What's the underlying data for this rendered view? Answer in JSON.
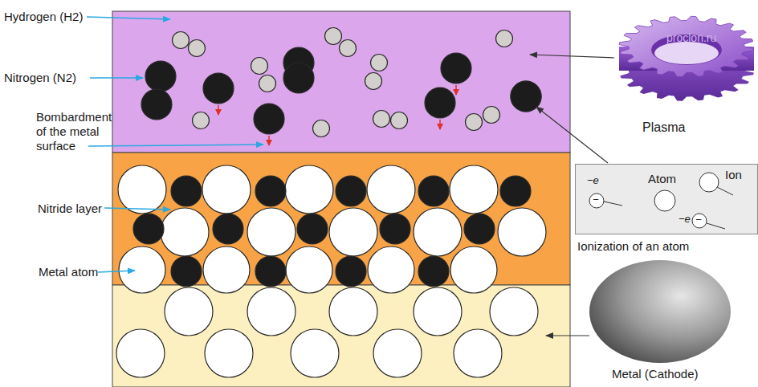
{
  "diagram": {
    "nodes": [
      {
        "text": [
          "Ionization of an atom",
          "Atom",
          "Ion",
          "−e",
          "−",
          "−e",
          "−"
        ]
      }
    ],
    "labels": [
      "Hydrogen (H2)",
      "Nitrogen (N2)",
      "Bombardment of the metal surface",
      "Nitride layer",
      "Metal atom",
      "Plasma",
      "Metal (Cathode)",
      "proclon.ru"
    ]
  }
}
